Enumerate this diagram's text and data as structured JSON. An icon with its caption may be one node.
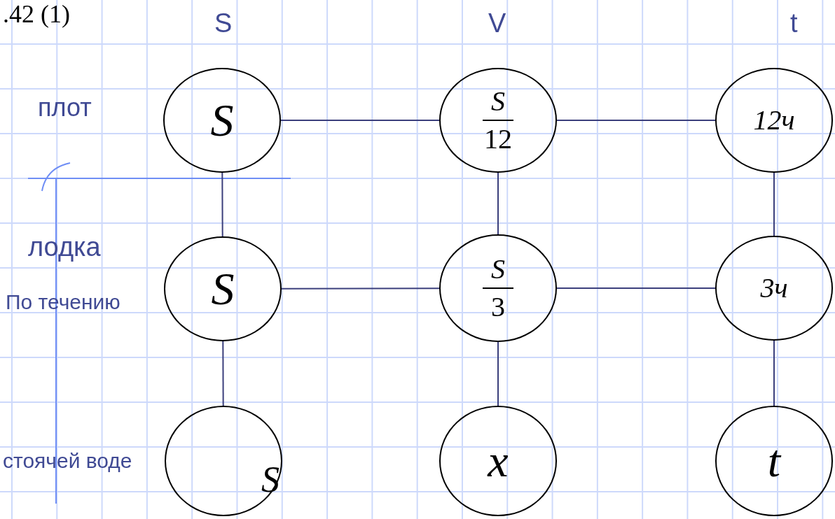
{
  "diagram": {
    "nodes": [
      {
        "text": [
          "S"
        ]
      },
      {
        "text": [
          "S",
          "12"
        ]
      },
      {
        "text": [
          "12ч"
        ]
      },
      {
        "text": [
          "S"
        ]
      },
      {
        "text": [
          "S",
          "3"
        ]
      },
      {
        "text": [
          "3ч"
        ]
      },
      {
        "text": [
          "S"
        ]
      },
      {
        "text": [
          "x"
        ]
      },
      {
        "text": [
          "t"
        ]
      }
    ],
    "edges": [
      {
        "from": 0,
        "to": 1,
        "arrow": "none"
      },
      {
        "from": 1,
        "to": 2,
        "arrow": "none"
      },
      {
        "from": 0,
        "to": 3,
        "arrow": "none"
      },
      {
        "from": 1,
        "to": 4,
        "arrow": "none"
      },
      {
        "from": 2,
        "to": 5,
        "arrow": "none"
      },
      {
        "from": 3,
        "to": 4,
        "arrow": "none"
      },
      {
        "from": 4,
        "to": 5,
        "arrow": "none"
      },
      {
        "from": 3,
        "to": 6,
        "arrow": "none"
      },
      {
        "from": 4,
        "to": 7,
        "arrow": "none"
      },
      {
        "from": 5,
        "to": 8,
        "arrow": "none"
      }
    ],
    "labels": [
      ".42 (1)",
      "S",
      "V",
      "t",
      "плот",
      "лодка",
      "По течению",
      "стоячей воде"
    ]
  }
}
